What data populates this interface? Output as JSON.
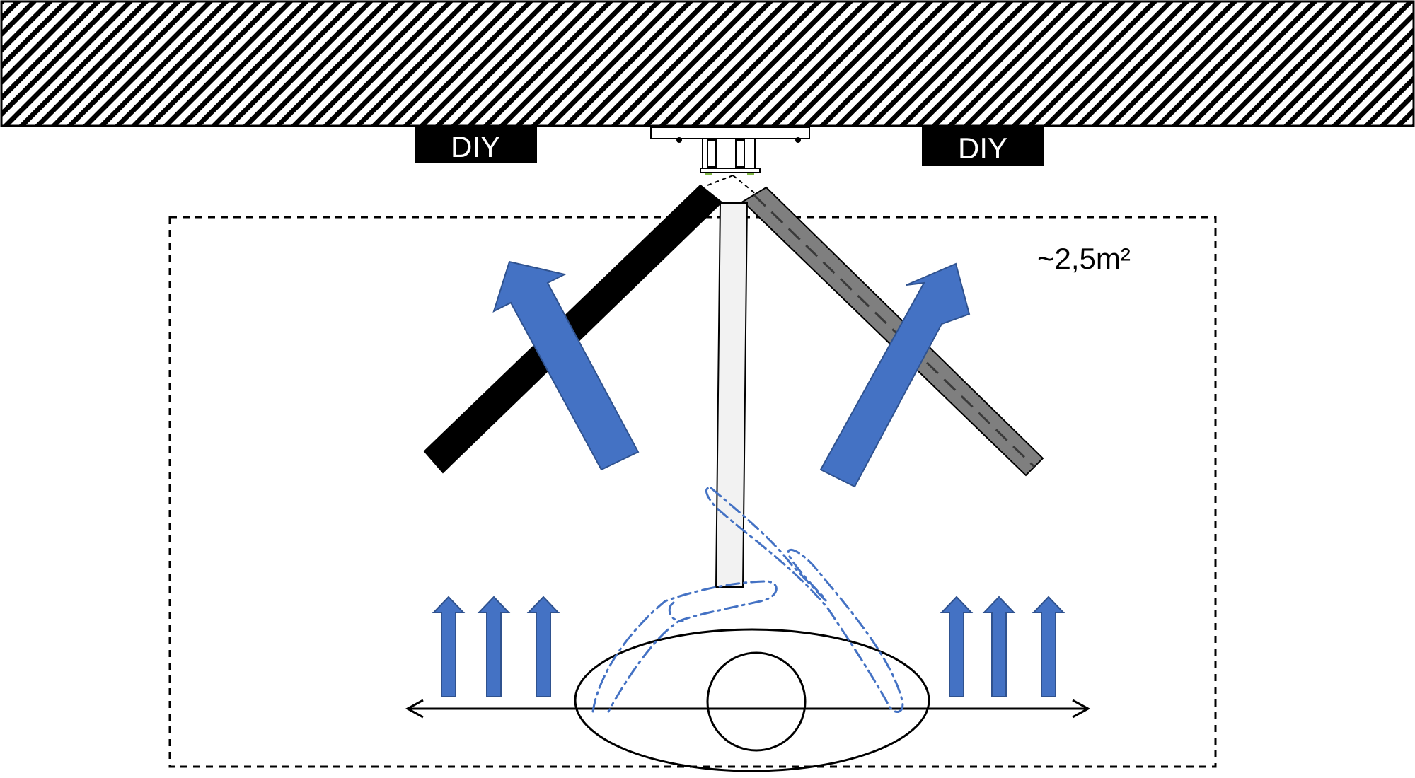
{
  "labels": {
    "diy_left": "DIY",
    "diy_right": "DIY",
    "area": "~2,5m²"
  },
  "colors": {
    "arrow_blue": "#4472C4",
    "arrow_stroke": "#2F528F",
    "pole_light": "#F2F2F2",
    "boom_gray": "#7F7F7F",
    "boom_black": "#000000"
  },
  "icons": [
    "ceiling-hatch",
    "ceiling-mount-bracket",
    "airflow-arrow",
    "person-head-top-view",
    "person-arm-outline"
  ]
}
